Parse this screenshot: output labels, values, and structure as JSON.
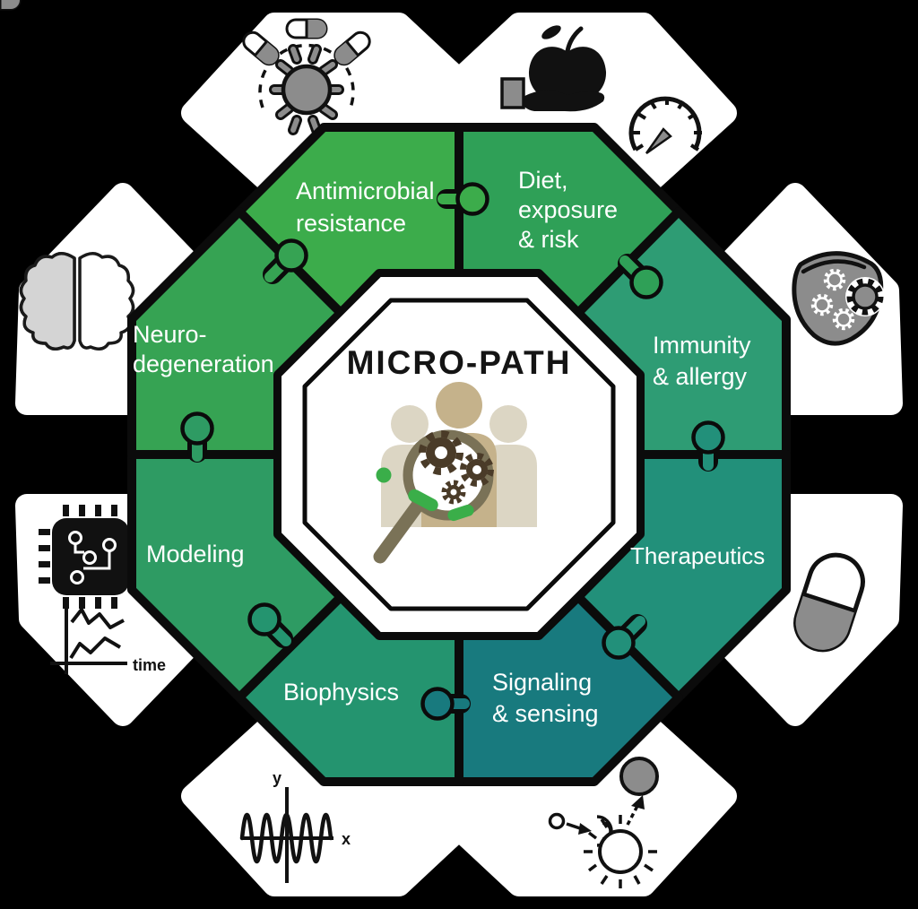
{
  "diagram_title": "MICRO-PATH",
  "colors": {
    "background": "#000000",
    "tile": "#ffffff",
    "outline": "#0b0b0b",
    "label_text": "#ffffff",
    "title_text": "#141414",
    "icon_gray": "#8c8c8c",
    "brain_gray": "#d4d4d4",
    "magnifier": "#7a7257",
    "gear_brown": "#4a3b28",
    "microbe_green": "#3aae49",
    "person_side": "#dcd6c4",
    "person_center": "#c5b28b"
  },
  "pieces": [
    {
      "name": "antimicrobial-resistance",
      "lines": [
        "Antimicrobial",
        "resistance"
      ],
      "color": "#3CAC4B"
    },
    {
      "name": "diet-exposure-risk",
      "lines": [
        "Diet,",
        "exposure",
        "& risk"
      ],
      "color": "#2FA057"
    },
    {
      "name": "immunity-allergy",
      "lines": [
        "Immunity",
        "& allergy"
      ],
      "color": "#2E9C74"
    },
    {
      "name": "therapeutics",
      "lines": [
        "Therapeutics"
      ],
      "color": "#22907A"
    },
    {
      "name": "signaling-sensing",
      "lines": [
        "Signaling",
        "& sensing"
      ],
      "color": "#187A7E"
    },
    {
      "name": "biophysics",
      "lines": [
        "Biophysics"
      ],
      "color": "#24946F"
    },
    {
      "name": "modeling",
      "lines": [
        "Modeling"
      ],
      "color": "#2E9B63"
    },
    {
      "name": "neuro-degeneration",
      "lines": [
        "Neuro-",
        "degeneration"
      ],
      "color": "#36A353"
    }
  ],
  "center": {
    "title": "MICRO-PATH"
  },
  "satellite_icons": [
    {
      "name": "antimicrobial-pills-virus"
    },
    {
      "name": "diet-apple-hand-gauge"
    },
    {
      "name": "immunity-cell-microbes"
    },
    {
      "name": "therapeutics-capsule"
    },
    {
      "name": "signaling-cell-receptor"
    },
    {
      "name": "biophysics-sine-wave",
      "x_label": "x",
      "y_label": "y"
    },
    {
      "name": "modeling-chip-timeseries",
      "time_label": "time"
    },
    {
      "name": "neurodegeneration-brain"
    }
  ]
}
